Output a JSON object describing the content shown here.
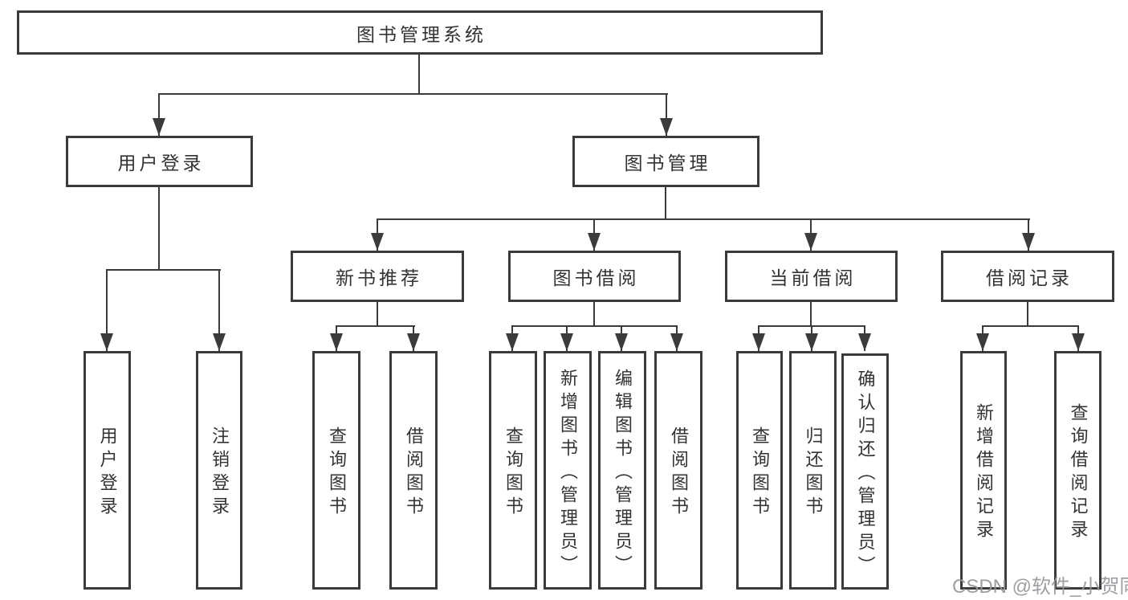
{
  "diagram_type": "hierarchy-tree",
  "colors": {
    "line": "#3b3b3b",
    "text": "#333333",
    "background": "#ffffff",
    "watermark": "#96969b"
  },
  "tree": {
    "label": "图书管理系统",
    "children": [
      {
        "label": "用户登录",
        "children": [
          {
            "label": "用户登录"
          },
          {
            "label": "注销登录"
          }
        ]
      },
      {
        "label": "图书管理",
        "children": [
          {
            "label": "新书推荐",
            "children": [
              {
                "label": "查询图书"
              },
              {
                "label": "借阅图书"
              }
            ]
          },
          {
            "label": "图书借阅",
            "children": [
              {
                "label": "查询图书"
              },
              {
                "label": "新增图书（管理员）"
              },
              {
                "label": "编辑图书（管理员）"
              },
              {
                "label": "借阅图书"
              }
            ]
          },
          {
            "label": "当前借阅",
            "children": [
              {
                "label": "查询图书"
              },
              {
                "label": "归还图书"
              },
              {
                "label": "确认归还（管理员）"
              }
            ]
          },
          {
            "label": "借阅记录",
            "children": [
              {
                "label": "新增借阅记录"
              },
              {
                "label": "查询借阅记录"
              }
            ]
          }
        ]
      }
    ]
  },
  "watermark": {
    "text": "CSDN @软件_小贺同学"
  }
}
